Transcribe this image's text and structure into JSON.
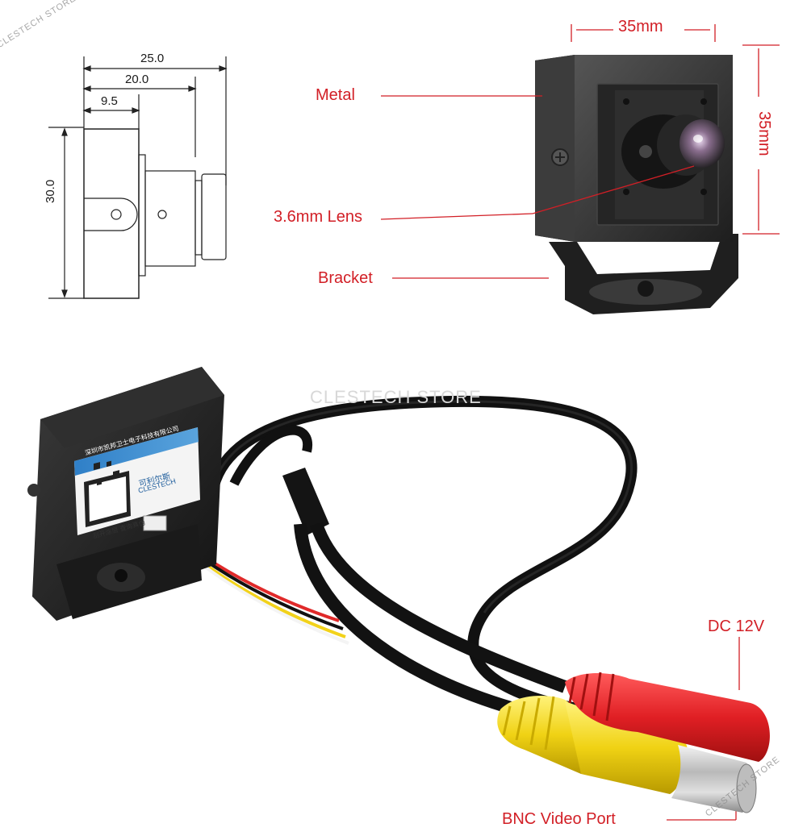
{
  "watermarks": {
    "top_left": "CLESTECH STORE",
    "center": "CLESTECH STORE",
    "bottom_right": "CLESTECH STORE"
  },
  "drawing": {
    "dim_25": "25.0",
    "dim_20": "20.0",
    "dim_9_5": "9.5",
    "dim_30": "30.0"
  },
  "labels": {
    "width": "35mm",
    "height": "35mm",
    "metal": "Metal",
    "lens": "3.6mm Lens",
    "bracket": "Bracket",
    "dc": "DC 12V",
    "bnc": "BNC Video Port"
  },
  "sticker": {
    "company": "深圳市凯邦卫士电子科技有限公司",
    "brand_cn": "可利尔斯",
    "brand": "CLESTECH",
    "footer": "刮开涂层  查询真伪"
  },
  "colors": {
    "label_red": "#d21f26",
    "camera_body": "#2a2a2a",
    "cable_red": "#e02a2a",
    "cable_yellow": "#f2d21a"
  }
}
